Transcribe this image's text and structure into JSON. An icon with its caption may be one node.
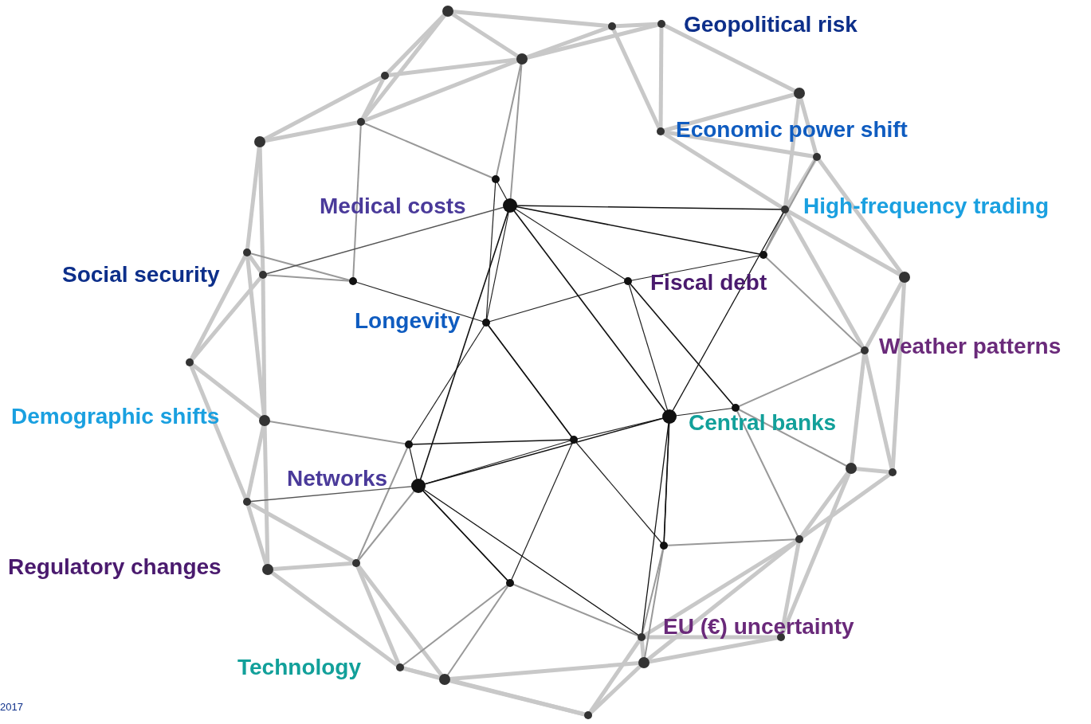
{
  "diagram": {
    "labels": [
      "Geopolitical risk",
      "Economic power shift",
      "High-frequency trading",
      "Medical costs",
      "Social security",
      "Fiscal debt",
      "Longevity",
      "Weather patterns",
      "Demographic shifts",
      "Central banks",
      "Networks",
      "Regulatory changes",
      "EU (€) uncertainty",
      "Technology",
      "2017"
    ]
  }
}
